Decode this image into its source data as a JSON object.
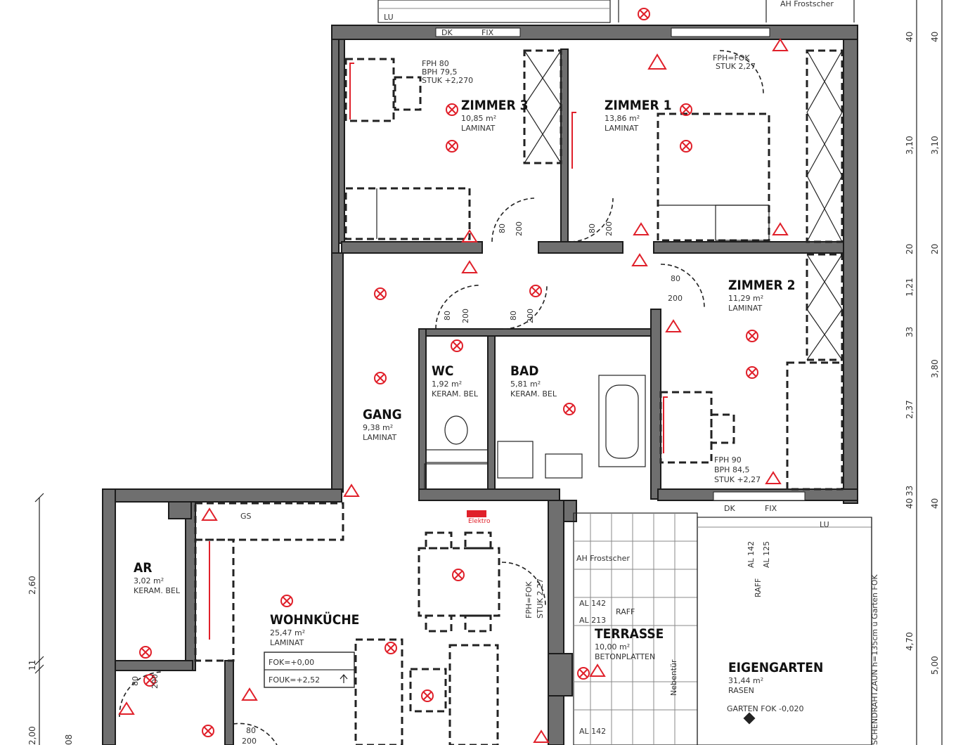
{
  "rooms": {
    "zimmer3": {
      "name": "ZIMMER 3",
      "area": "10,85 m²",
      "floor": "LAMINAT"
    },
    "zimmer1": {
      "name": "ZIMMER 1",
      "area": "13,86 m²",
      "floor": "LAMINAT"
    },
    "zimmer2": {
      "name": "ZIMMER 2",
      "area": "11,29 m²",
      "floor": "LAMINAT"
    },
    "wc": {
      "name": "WC",
      "area": "1,92 m²",
      "floor": "KERAM. BEL"
    },
    "bad": {
      "name": "BAD",
      "area": "5,81 m²",
      "floor": "KERAM. BEL"
    },
    "gang": {
      "name": "GANG",
      "area": "9,38 m²",
      "floor": "LAMINAT"
    },
    "ar": {
      "name": "AR",
      "area": "3,02 m²",
      "floor": "KERAM. BEL"
    },
    "wohnkueche": {
      "name": "WOHNKÜCHE",
      "area": "25,47 m²",
      "floor": "LAMINAT"
    },
    "terrasse": {
      "name": "TERRASSE",
      "area": "10,00 m²",
      "floor": "BETONPLATTEN"
    },
    "eigengarten": {
      "name": "EIGENGARTEN",
      "area": "31,44 m²",
      "floor": "RASEN"
    }
  },
  "notes": {
    "z3_fph": "FPH 80",
    "z3_bph": "BPH 79,5",
    "z3_stuk": "STUK +2,270",
    "z1_fph": "FPH=FOK",
    "z1_stuk": "STUK 2,27",
    "z2_fph": "FPH 90",
    "z2_bph": "BPH 84,5",
    "z2_stuk": "STUK +2,27",
    "dk_top": "DK",
    "fix_top": "FIX",
    "dk_bottom": "DK",
    "fix_bottom": "FIX",
    "lu_top": "LU",
    "lu_right": "LU",
    "ah_top": "AH Frostscher",
    "ah_terrace": "AH Frostscher",
    "gs": "GS",
    "raff": "RAFF",
    "raff_right": "RAFF",
    "al142": "AL 142",
    "al125": "AL 125",
    "al142b": "AL 142",
    "al213": "AL 213",
    "al142c": "AL 142",
    "fok_label": "FOK=+0,00",
    "fouk_label": "FOUK=+2,52",
    "garten_fok": "GARTEN FOK -0,020",
    "zaun": "SCHENDRAHTZAUN h=135cm ü Garten FOK",
    "fok_stuk": "FPH=FOK",
    "stuk227": "STUK 2,27",
    "nebentuer": "Nebentür",
    "d80a": "80",
    "d200a": "200",
    "d80b": "80",
    "d200b": "200",
    "d80c": "80",
    "d200c": "200",
    "d80d": "80",
    "d200d": "200",
    "d80e": "80",
    "d200e": "200",
    "d80f": "80",
    "d200f": "200",
    "d80g": "80",
    "d200g": "200"
  },
  "dimensions": {
    "right_outer": [
      "40",
      "3,10",
      "20",
      "3,80",
      "40",
      "5,00"
    ],
    "right_inner": [
      "40",
      "3,10",
      "20",
      "1,21",
      "33",
      "2,37",
      "33",
      "40",
      "4,70"
    ],
    "left": [
      "2,60",
      "11",
      "2,00"
    ],
    "left_bottom": "08"
  }
}
